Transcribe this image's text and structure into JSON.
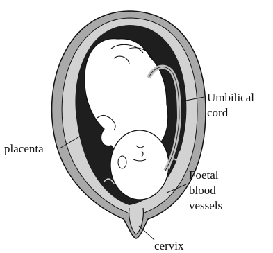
{
  "labels": {
    "umbilical_cord_line1": "Umbilical",
    "umbilical_cord_line2": "cord",
    "placenta": "placenta",
    "foetal_line1": "Foetal",
    "foetal_line2": "blood",
    "foetal_line3": "vessels",
    "cervix": "cervix"
  },
  "colors": {
    "uterus_wall": "#a9a9a9",
    "amniotic_cavity": "#1e1e1e",
    "placenta": "#d2d2d2",
    "foetus": "#ffffff",
    "outline": "#111111",
    "cord": "#bfbfbf"
  }
}
